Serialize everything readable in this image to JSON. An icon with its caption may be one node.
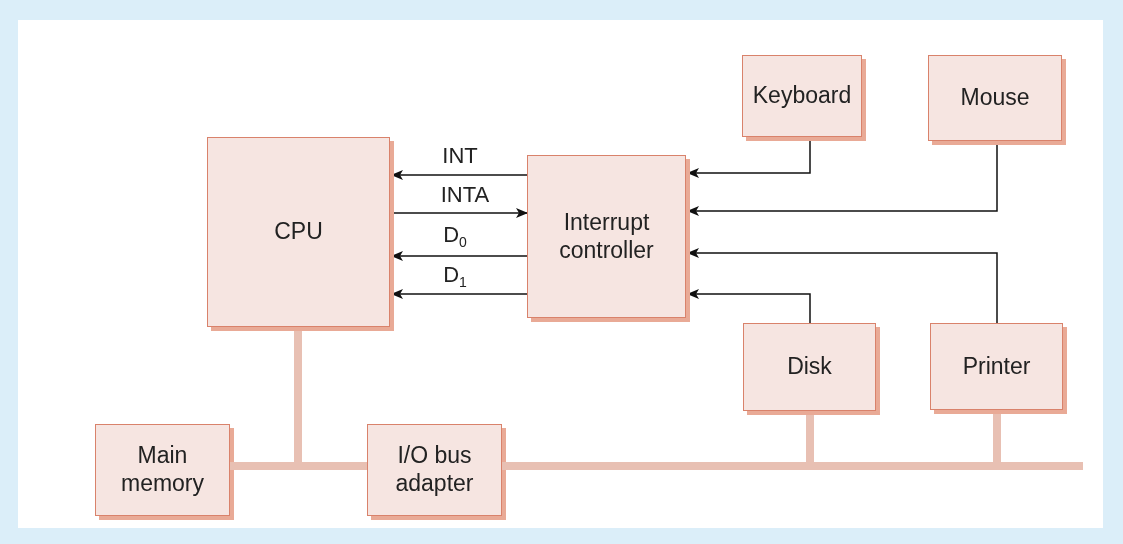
{
  "diagram": {
    "nodes": [
      {
        "text": [
          "Keyboard"
        ]
      },
      {
        "text": [
          "Mouse"
        ]
      },
      {
        "text": [
          "CPU"
        ]
      },
      {
        "text": [
          "Interrupt controller"
        ]
      },
      {
        "text": [
          "Disk"
        ]
      },
      {
        "text": [
          "Printer"
        ]
      },
      {
        "text": [
          "Main memory"
        ]
      },
      {
        "text": [
          "I/O bus adapter"
        ]
      },
      {
        "text": [],
        "shape": "bar"
      },
      {
        "text": [],
        "shape": "bar"
      }
    ],
    "edges": [
      {
        "from": 3,
        "to": 2,
        "arrow": "to",
        "label": "INT"
      },
      {
        "from": 2,
        "to": 3,
        "arrow": "to",
        "label": "INTA"
      },
      {
        "from": 3,
        "to": 2,
        "arrow": "to",
        "label": "D$_{0}$"
      },
      {
        "from": 3,
        "to": 2,
        "arrow": "to",
        "label": "D$_{1}$"
      },
      {
        "from": 0,
        "to": 3,
        "arrow": "to"
      },
      {
        "from": 1,
        "to": 3,
        "arrow": "to"
      },
      {
        "from": 5,
        "to": 3,
        "arrow": "to"
      },
      {
        "from": 4,
        "to": 3,
        "arrow": "to"
      },
      {
        "from": 2,
        "to": 8,
        "arrow": "none",
        "style": "thick",
        "color": "#e8c0b3"
      },
      {
        "from": 4,
        "to": 9,
        "arrow": "none",
        "style": "thick",
        "color": "#e8c0b3"
      },
      {
        "from": 5,
        "to": 9,
        "arrow": "none",
        "style": "thick",
        "color": "#e8c0b3"
      }
    ]
  }
}
